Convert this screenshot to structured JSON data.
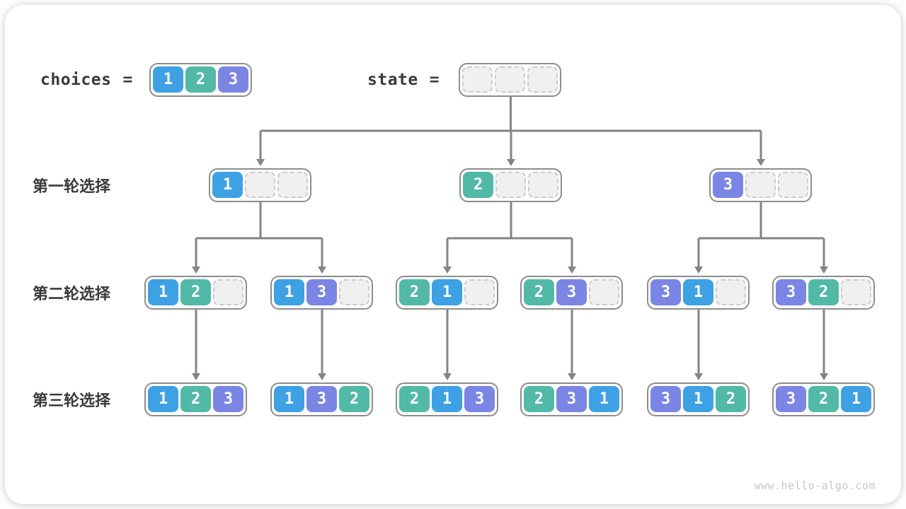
{
  "watermark": "www.hello-algo.com",
  "colors": {
    "cell1": "#3EA1E4",
    "cell2": "#52B9A6",
    "cell3": "#7B85E4",
    "line": "#848484",
    "container_border": "#8D8D8D",
    "empty_fill": "#F0F0F0",
    "empty_border": "#CBCBCB",
    "label_text": "#3A3A3A",
    "watermark_text": "#C6C6C6"
  },
  "header": {
    "choices_label": "choices",
    "equals_sign": "=",
    "choices_cells": [
      "1",
      "2",
      "3"
    ],
    "state_label": "state",
    "state_cells": [
      "",
      "",
      ""
    ]
  },
  "rows": [
    {
      "label": "第一轮选择",
      "nodes": [
        [
          "1",
          "",
          ""
        ],
        [
          "2",
          "",
          ""
        ],
        [
          "3",
          "",
          ""
        ]
      ]
    },
    {
      "label": "第二轮选择",
      "nodes": [
        [
          "1",
          "2",
          ""
        ],
        [
          "1",
          "3",
          ""
        ],
        [
          "2",
          "1",
          ""
        ],
        [
          "2",
          "3",
          ""
        ],
        [
          "3",
          "1",
          ""
        ],
        [
          "3",
          "2",
          ""
        ]
      ]
    },
    {
      "label": "第三轮选择",
      "nodes": [
        [
          "1",
          "2",
          "3"
        ],
        [
          "1",
          "3",
          "2"
        ],
        [
          "2",
          "1",
          "3"
        ],
        [
          "2",
          "3",
          "1"
        ],
        [
          "3",
          "1",
          "2"
        ],
        [
          "3",
          "2",
          "1"
        ]
      ]
    }
  ]
}
